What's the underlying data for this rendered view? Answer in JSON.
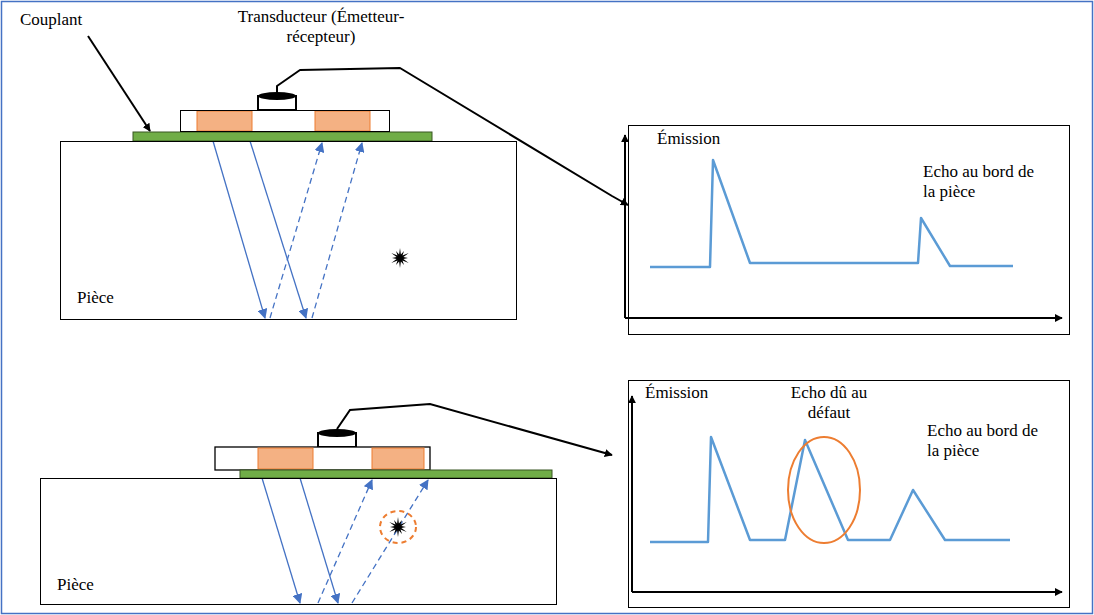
{
  "diagram": {
    "nodes": [
      {
        "text": [
          "Transducteur (Émetteur-récepteur)"
        ]
      },
      {
        "text": [
          "Pièce"
        ]
      },
      {
        "text": [
          "Émission",
          "Echo au bord de la pièce"
        ]
      },
      {
        "text": [
          "Pièce"
        ]
      },
      {
        "text": [
          "Émission",
          "Echo dû au défaut",
          "Echo au bord de la pièce"
        ]
      }
    ],
    "edges": [
      {
        "from": 0,
        "to": 2,
        "arrow": "to"
      }
    ],
    "labels": [
      "Couplant"
    ]
  }
}
